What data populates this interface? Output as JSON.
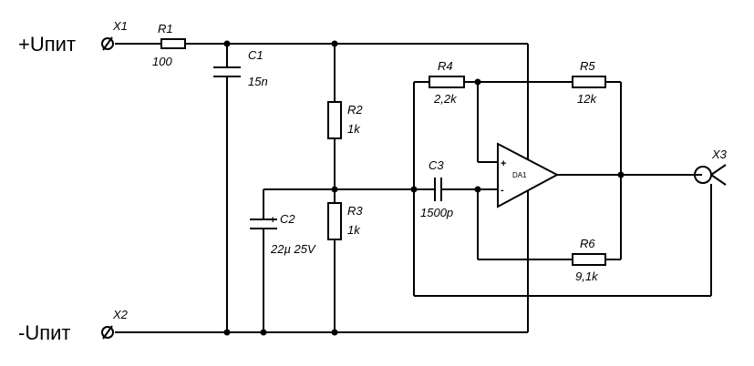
{
  "terminals": {
    "plus": {
      "label": "+Uпит",
      "ref": "X1"
    },
    "minus": {
      "label": "-Uпит",
      "ref": "X2"
    },
    "out": {
      "ref": "X3"
    }
  },
  "components": {
    "R1": {
      "ref": "R1",
      "value": "100"
    },
    "C1": {
      "ref": "C1",
      "value": "15n"
    },
    "R2": {
      "ref": "R2",
      "value": "1k"
    },
    "R3": {
      "ref": "R3",
      "value": "1k"
    },
    "C2": {
      "ref": "C2",
      "value": "22µ 25V",
      "polarity": "+"
    },
    "C3": {
      "ref": "C3",
      "value": "1500p"
    },
    "R4": {
      "ref": "R4",
      "value": "2,2k"
    },
    "R5": {
      "ref": "R5",
      "value": "12k"
    },
    "R6": {
      "ref": "R6",
      "value": "9,1k"
    },
    "DA1": {
      "ref": "DA1",
      "plus": "+",
      "minus": "-"
    }
  }
}
